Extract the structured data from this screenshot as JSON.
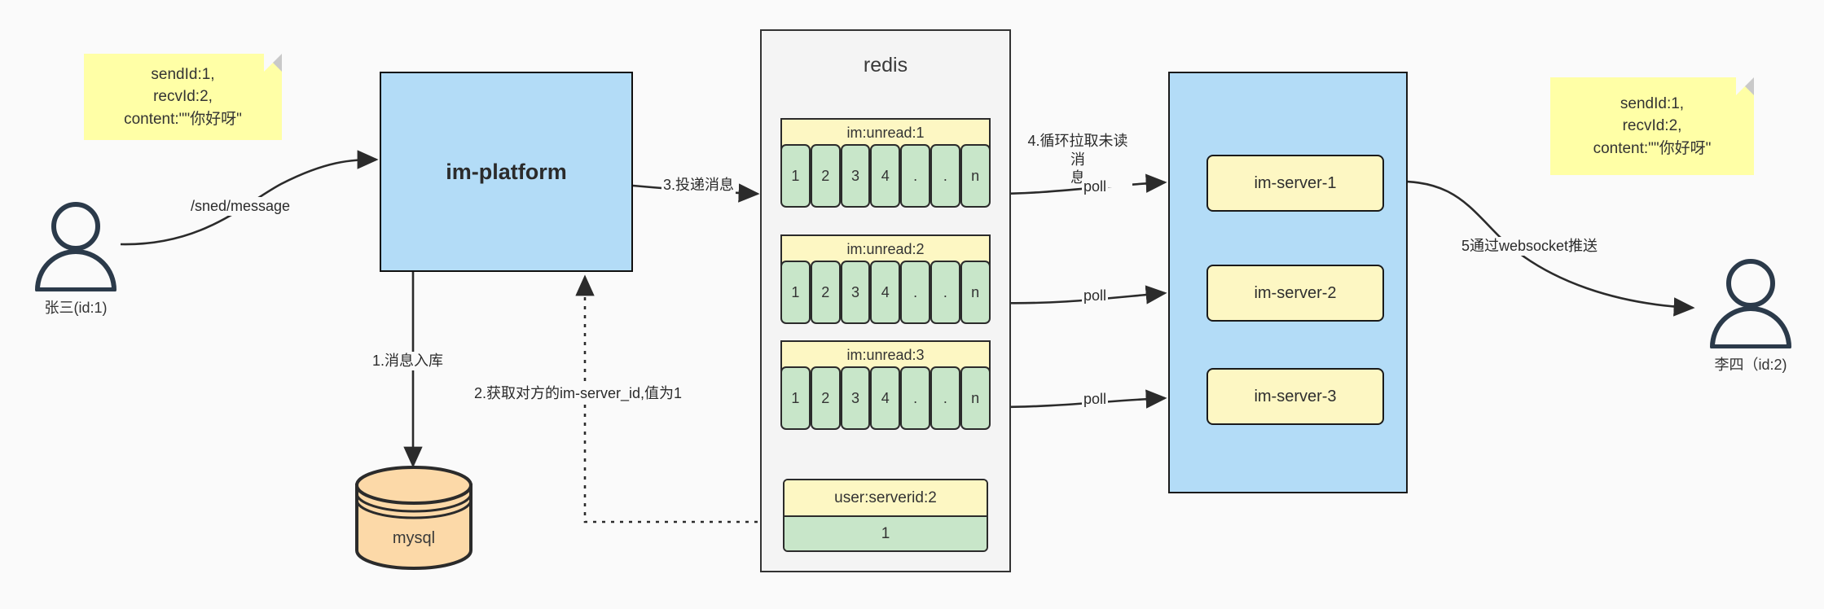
{
  "diagram": {
    "title": "IM message delivery architecture",
    "colors": {
      "background": "#fafafa",
      "note_yellow": "#ffffa6",
      "blue_fill": "#b3dcf7",
      "green_fill": "#c8e6c9",
      "key_yellow": "#fdf7c3",
      "orange_fill": "#fcd9a8",
      "stroke": "#1a1a1a",
      "group_fill": "#f4f4f4"
    }
  },
  "actors": {
    "sender": {
      "caption": "张三(id:1)",
      "icon": "person-icon"
    },
    "receiver": {
      "caption": "李四（id:2)",
      "icon": "person-icon"
    }
  },
  "notes": {
    "sender_note": "sendId:1,\nrecvId:2,\ncontent:\"\"你好呀\"",
    "receiver_note": "sendId:1,\nrecvId:2,\ncontent:\"\"你好呀\""
  },
  "nodes": {
    "im_platform": "im-platform",
    "mysql": "mysql",
    "redis": "redis",
    "servers": [
      "im-server-1",
      "im-server-2",
      "im-server-3"
    ]
  },
  "redis_keys": [
    {
      "key": "im:unread:1",
      "cells": [
        "1",
        "2",
        "3",
        "4",
        ".",
        ".",
        "n"
      ]
    },
    {
      "key": "im:unread:2",
      "cells": [
        "1",
        "2",
        "3",
        "4",
        ".",
        ".",
        "n"
      ]
    },
    {
      "key": "im:unread:3",
      "cells": [
        "1",
        "2",
        "3",
        "4",
        ".",
        ".",
        "n"
      ]
    }
  ],
  "redis_kv": {
    "key": "user:serverid:2",
    "value": "1"
  },
  "edges": {
    "send_message": "/sned/message",
    "step1": "1.消息入库",
    "step2": "2.获取对方的im-server_id,值为1",
    "step3": "3.投递消息",
    "step4": "4.循环拉取未读消\n息",
    "step5": "5通过websocket推送",
    "poll1": "poll",
    "poll2": "poll",
    "poll3": "poll"
  }
}
